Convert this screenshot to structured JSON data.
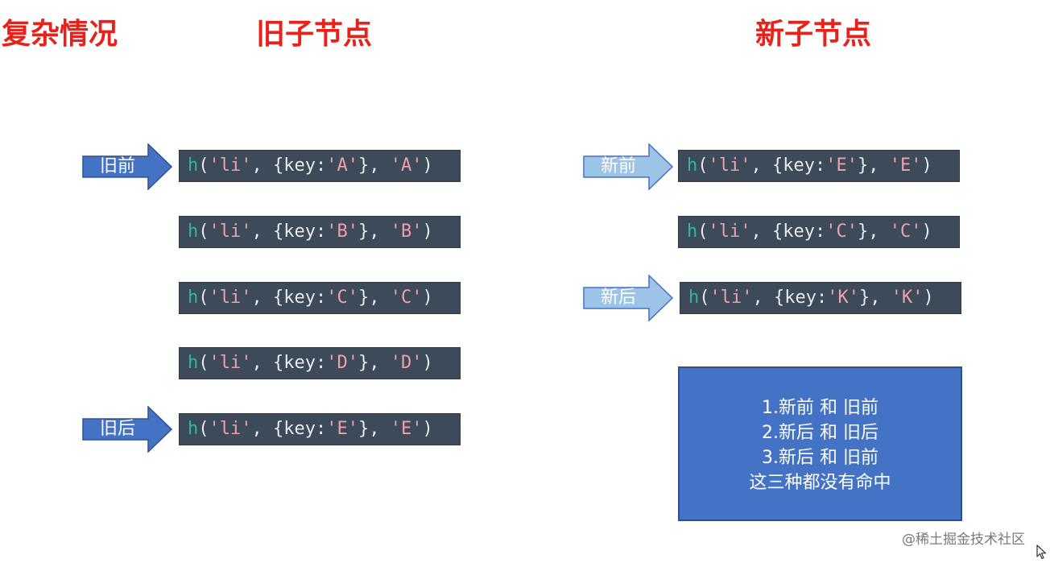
{
  "headings": {
    "complex": "复杂情况",
    "old_nodes": "旧子节点",
    "new_nodes": "新子节点"
  },
  "old_list": [
    {
      "fn": "h",
      "open": "(",
      "tag": "'li'",
      "mid1": ", {key:",
      "key": "'A'",
      "mid2": "}, ",
      "text": "'A'",
      "close": ")"
    },
    {
      "fn": "h",
      "open": "(",
      "tag": "'li'",
      "mid1": ", {key:",
      "key": "'B'",
      "mid2": "}, ",
      "text": "'B'",
      "close": ")"
    },
    {
      "fn": "h",
      "open": "(",
      "tag": "'li'",
      "mid1": ", {key:",
      "key": "'C'",
      "mid2": "}, ",
      "text": "'C'",
      "close": ")"
    },
    {
      "fn": "h",
      "open": "(",
      "tag": "'li'",
      "mid1": ", {key:",
      "key": "'D'",
      "mid2": "}, ",
      "text": "'D'",
      "close": ")"
    },
    {
      "fn": "h",
      "open": "(",
      "tag": "'li'",
      "mid1": ", {key:",
      "key": "'E'",
      "mid2": "}, ",
      "text": "'E'",
      "close": ")"
    }
  ],
  "new_list": [
    {
      "fn": "h",
      "open": "(",
      "tag": "'li'",
      "mid1": ", {key:",
      "key": "'E'",
      "mid2": "}, ",
      "text": "'E'",
      "close": ")"
    },
    {
      "fn": "h",
      "open": "(",
      "tag": "'li'",
      "mid1": ", {key:",
      "key": "'C'",
      "mid2": "}, ",
      "text": "'C'",
      "close": ")"
    },
    {
      "fn": "h",
      "open": "(",
      "tag": "'li'",
      "mid1": ", {key:",
      "key": "'K'",
      "mid2": "}, ",
      "text": "'K'",
      "close": ")"
    }
  ],
  "pointers": {
    "old_front": "旧前",
    "old_back": "旧后",
    "new_front": "新前",
    "new_back": "新后"
  },
  "info": {
    "lines": [
      "1.新前 和 旧前",
      "2.新后 和 旧后",
      "3.新后 和 旧前",
      "这三种都没有命中"
    ]
  },
  "watermark": "@稀土掘金技术社区",
  "colors": {
    "heading": "#e8211a",
    "code_bg": "#3c4a5a",
    "code_fn": "#2fb89a",
    "code_str": "#f0a0a8",
    "arrow_dark": "#4472c4",
    "arrow_light": "#9dc3e6",
    "info_bg": "#4472c4"
  }
}
